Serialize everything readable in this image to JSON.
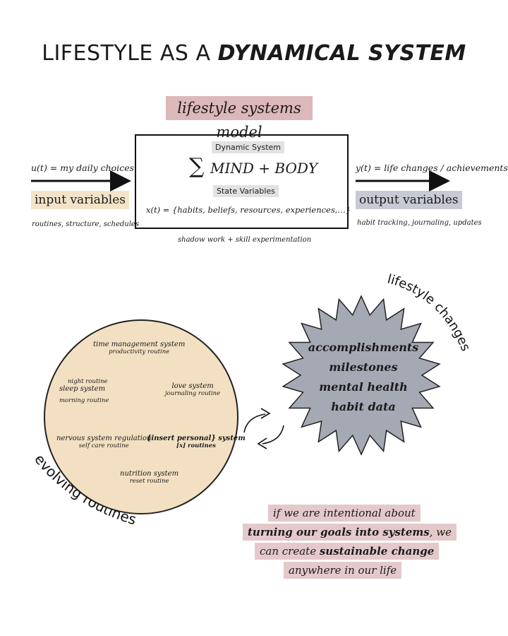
{
  "title": {
    "regular": "LIFESTYLE AS A ",
    "bold": "DYNAMICAL SYSTEM"
  },
  "model_label": "lifestyle systems model",
  "system_box": {
    "header_chip": "Dynamic System",
    "sum_symbol": "∑",
    "equation": "MIND + BODY",
    "state_chip": "State Variables",
    "state_equation": "x(t) = {habits, beliefs, resources, experiences,…}"
  },
  "input": {
    "formula": "u(t) = my daily choices",
    "label": "input variables",
    "note": "routines, structure, schedules",
    "color": "#f3e4c9"
  },
  "output": {
    "formula": "y(t) = life changes / achievements",
    "label": "output variables",
    "note": "habit tracking, journaling, updates",
    "color": "#c8cad3"
  },
  "feedback_note": "shadow work + skill experimentation",
  "routines_circle": {
    "curved_label": "evolving routines",
    "fill": "#f3e0c2",
    "nodes": [
      {
        "name": "time management system",
        "sub": "productivity routine"
      },
      {
        "name": "sleep system",
        "pre": "night routine",
        "sub": "morning routine"
      },
      {
        "name": "love system",
        "sub": "journaling routine"
      },
      {
        "name": "nervous system regulation",
        "sub": "self care routine"
      },
      {
        "name": "{insert personal} system",
        "sub": "[x] routines"
      },
      {
        "name": "nutrition system",
        "sub": "reset routine"
      }
    ]
  },
  "changes_star": {
    "curved_label": "lifestyle changes",
    "fill": "#a5a9b4",
    "items": [
      "accomplishments",
      "milestones",
      "mental health",
      "habit data"
    ]
  },
  "quote": {
    "line1": "if we  are intentional about",
    "line2_bold": "turning our goals into systems",
    "line2_rest": ", we",
    "line3_pre": "can create ",
    "line3_bold": "sustainable change",
    "line4": "anywhere in our life",
    "color": "#e4c9cb"
  }
}
